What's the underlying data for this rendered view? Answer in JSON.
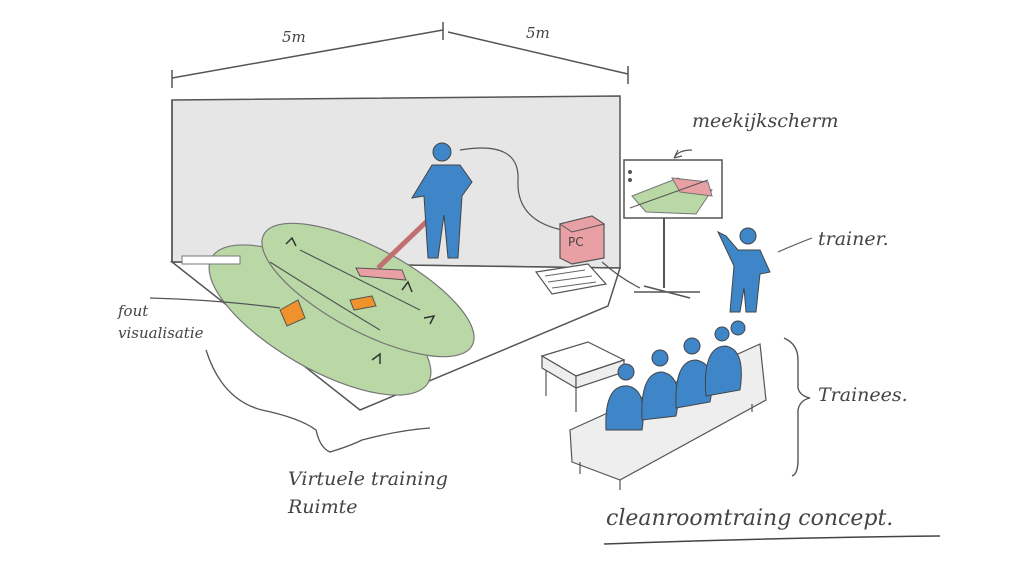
{
  "dimensions": {
    "left_width": "5m",
    "right_width": "5m"
  },
  "labels": {
    "monitor_label": "meekijkscherm",
    "pc_label": "PC",
    "trainer_label": "trainer.",
    "trainees_label": "Trainees.",
    "error_line1": "fout",
    "error_line2": "visualisatie",
    "room_line1": "Virtuele training",
    "room_line2": "Ruimte",
    "title": "cleanroomtraing concept."
  },
  "colors": {
    "figure_blue": "#3f86c9",
    "mat_green": "#b9d8a6",
    "error_orange": "#f0922c",
    "pc_red": "#e8a0a4",
    "room_grey": "#e6e6e6",
    "ink": "#444444"
  }
}
